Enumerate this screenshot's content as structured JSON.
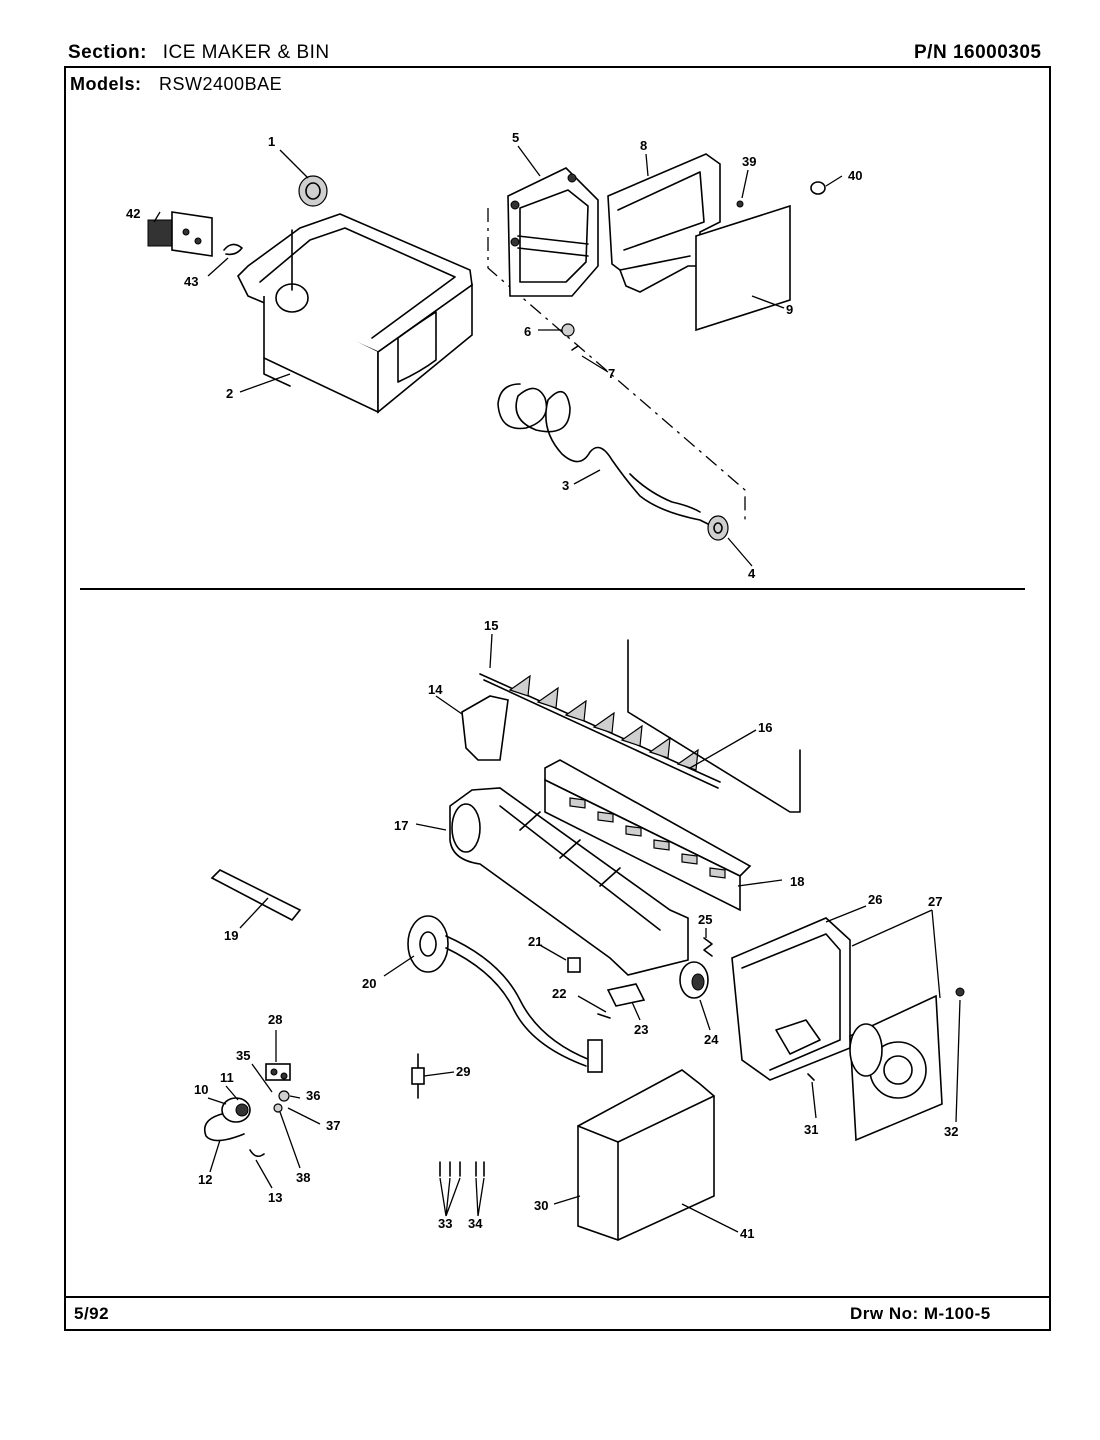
{
  "header": {
    "section_label": "Section:",
    "section_value": "ICE MAKER & BIN",
    "part_number": "P/N 16000305",
    "models_label": "Models:",
    "models_value": "RSW2400BAE"
  },
  "footer": {
    "date": "5/92",
    "drawing_number": "Drw No: M-100-5"
  },
  "callouts": [
    "1",
    "2",
    "3",
    "4",
    "5",
    "6",
    "7",
    "8",
    "9",
    "39",
    "40",
    "42",
    "43",
    "10",
    "11",
    "12",
    "13",
    "14",
    "15",
    "16",
    "17",
    "18",
    "19",
    "20",
    "21",
    "22",
    "23",
    "24",
    "25",
    "26",
    "27",
    "28",
    "29",
    "30",
    "31",
    "32",
    "33",
    "34",
    "35",
    "36",
    "37",
    "38",
    "41"
  ]
}
